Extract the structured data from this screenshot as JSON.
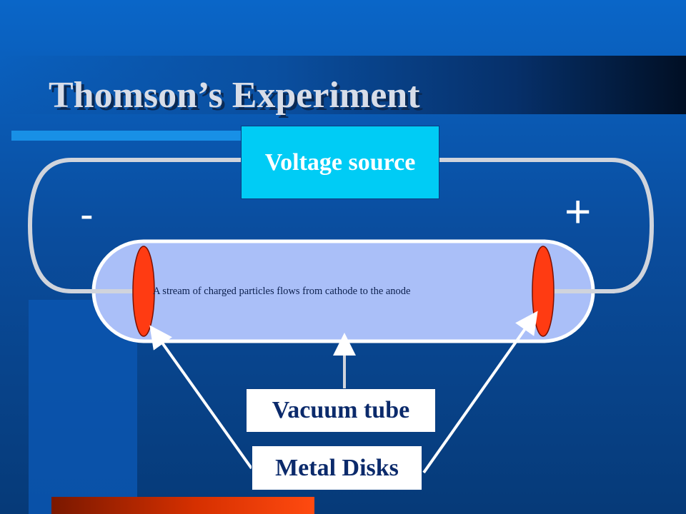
{
  "slide": {
    "title": "Thomson’s Experiment"
  },
  "diagram": {
    "voltage_label": "Voltage source",
    "negative_sign": "-",
    "positive_sign": "+",
    "stream_label": "A stream of charged particles flows from cathode to the anode",
    "vacuum_tube_label": "Vacuum tube",
    "metal_disks_label": "Metal Disks"
  },
  "colors": {
    "tube_fill": "#aabff8",
    "disk_fill": "#ff3b12",
    "wire": "#d0d4dc",
    "voltage_box": "#00ccf5"
  }
}
